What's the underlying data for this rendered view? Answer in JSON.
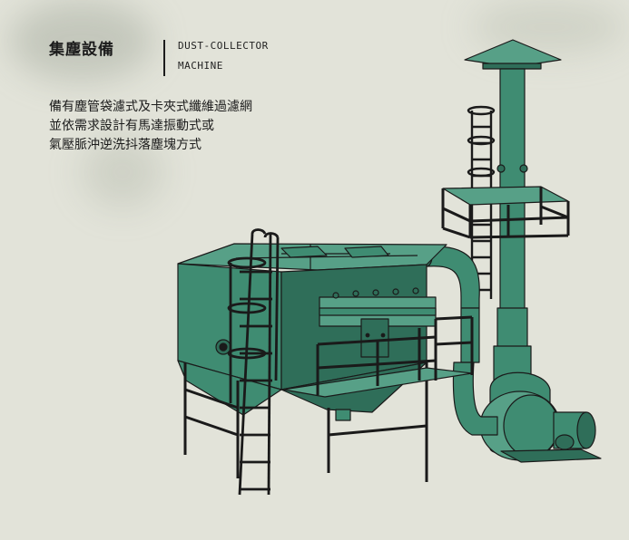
{
  "header": {
    "title_zh": "集塵設備",
    "title_en_line1": "DUST-COLLECTOR",
    "title_en_line2": "MACHINE"
  },
  "description": {
    "lines": [
      "備有塵管袋濾式及卡夾式纖維過濾網",
      "並依需求設計有馬達振動式或",
      "氣壓脈沖逆洗抖落塵塊方式"
    ]
  },
  "illustration": {
    "subject": "dust-collector-machine",
    "colors": {
      "body": "#3f8c72",
      "body_light": "#57a087",
      "body_dark": "#2f6e59",
      "outline": "#1a1a1a",
      "background": "#e2e3d9"
    }
  }
}
